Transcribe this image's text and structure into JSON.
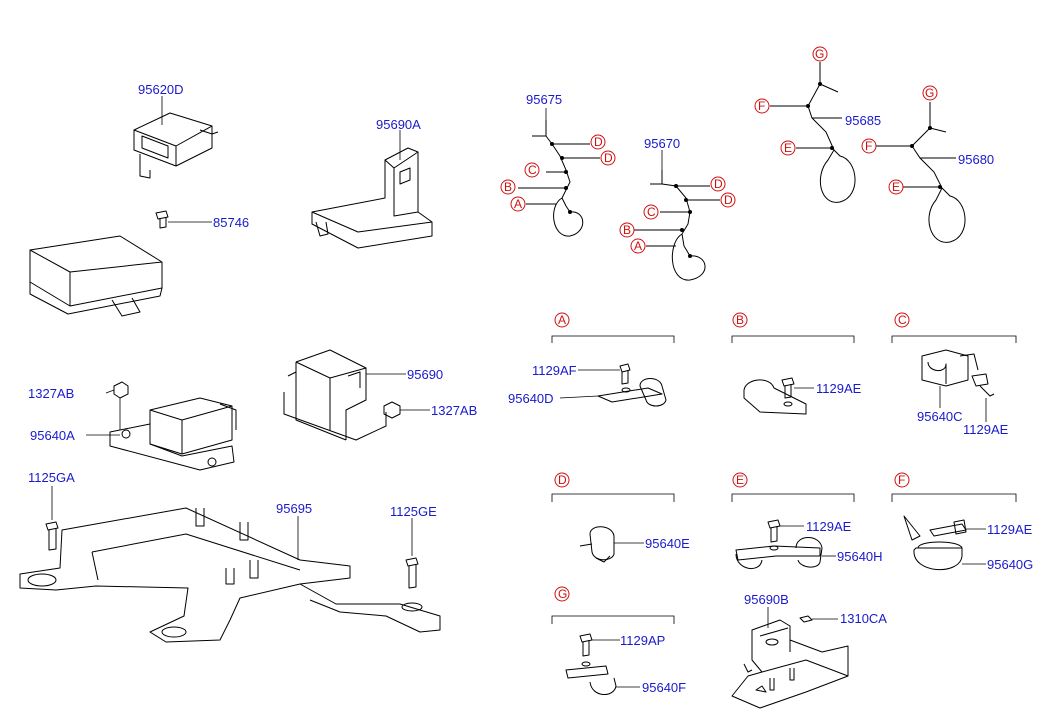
{
  "labels": {
    "p95620D": "95620D",
    "p85746": "85746",
    "p95690A": "95690A",
    "p1327AB_left": "1327AB",
    "p95640A": "95640A",
    "p95690": "95690",
    "p1327AB_right": "1327AB",
    "p1125GA": "1125GA",
    "p95695": "95695",
    "p1125GE": "1125GE",
    "p95675": "95675",
    "p95670": "95670",
    "p95685": "95685",
    "p95680": "95680",
    "p1129AF": "1129AF",
    "p95640D": "95640D",
    "p1129AE_b": "1129AE",
    "p95640C": "95640C",
    "p1129AE_c": "1129AE",
    "p95640E": "95640E",
    "p1129AE_e": "1129AE",
    "p95640H": "95640H",
    "p1129AE_f": "1129AE",
    "p95640G": "95640G",
    "p1129AP": "1129AP",
    "p95640F": "95640F",
    "p95690B": "95690B",
    "p1310CA": "1310CA"
  },
  "callouts": {
    "A": "A",
    "B": "B",
    "C": "C",
    "D": "D",
    "E": "E",
    "F": "F",
    "G": "G"
  },
  "colors": {
    "part_number": "#1a1acc",
    "callout": "#d01010",
    "line": "#000000"
  }
}
